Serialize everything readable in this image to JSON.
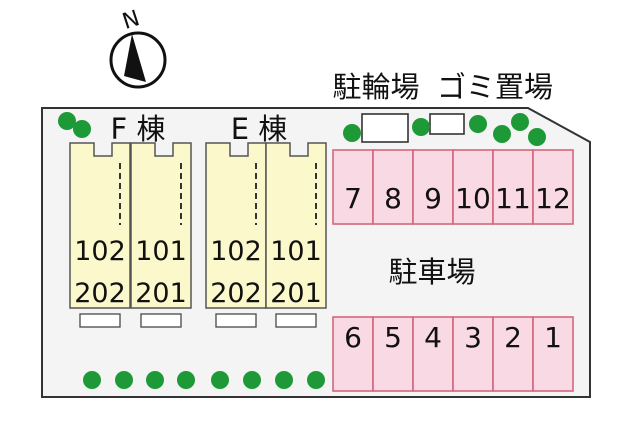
{
  "compass": {
    "letter": "N"
  },
  "facilities": {
    "bicycle_parking": "駐輪場",
    "garbage_area": "ゴミ置場"
  },
  "buildings": [
    {
      "name": "F 棟",
      "units": [
        {
          "upper": "202",
          "lower": "102"
        },
        {
          "upper": "201",
          "lower": "101"
        }
      ]
    },
    {
      "name": "E 棟",
      "units": [
        {
          "upper": "202",
          "lower": "102"
        },
        {
          "upper": "201",
          "lower": "101"
        }
      ]
    }
  ],
  "parking": {
    "label": "駐車場",
    "top_row": [
      "7",
      "8",
      "9",
      "10",
      "11",
      "12"
    ],
    "bottom_row": [
      "6",
      "5",
      "4",
      "3",
      "2",
      "1"
    ]
  },
  "colors": {
    "site_fill": "#f4f4f4",
    "building_fill": "#fbf8cc",
    "parking_fill": "#f9d9e3",
    "parking_stroke": "#d4667f",
    "tree": "#1d9a37"
  }
}
